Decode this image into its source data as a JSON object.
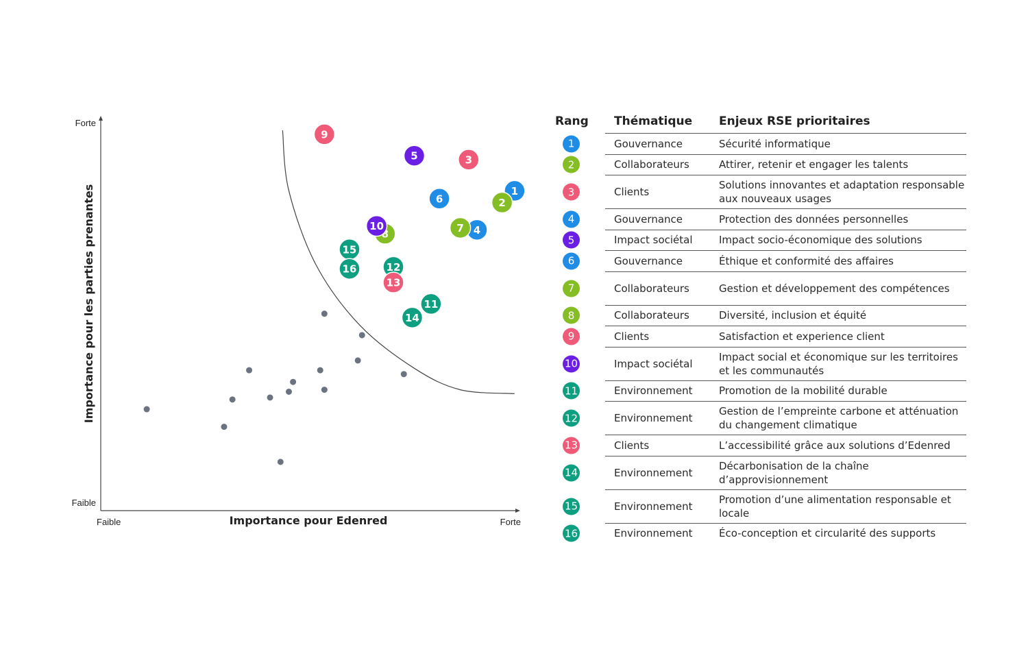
{
  "chart_data": {
    "type": "scatter",
    "xlabel": "Importance pour Edenred",
    "ylabel": "Importance pour les parties prenantes",
    "x_ticks": [
      "Faible",
      "Forte"
    ],
    "y_ticks": [
      "Faible",
      "Forte"
    ],
    "xlim": [
      0,
      100
    ],
    "ylim": [
      0,
      100
    ],
    "grid": false,
    "threshold_curve": [
      [
        43.5,
        97.5
      ],
      [
        45,
        82
      ],
      [
        51.5,
        63
      ],
      [
        62,
        47.5
      ],
      [
        75,
        36.5
      ],
      [
        86,
        31
      ],
      [
        99,
        30
      ]
    ],
    "issues": [
      {
        "rank": "1",
        "x": 99,
        "y": 82
      },
      {
        "rank": "2",
        "x": 96,
        "y": 79
      },
      {
        "rank": "3",
        "x": 88,
        "y": 90
      },
      {
        "rank": "4",
        "x": 90,
        "y": 72
      },
      {
        "rank": "5",
        "x": 75,
        "y": 91
      },
      {
        "rank": "6",
        "x": 81,
        "y": 80
      },
      {
        "rank": "7",
        "x": 86,
        "y": 72.5
      },
      {
        "rank": "8",
        "x": 68,
        "y": 71
      },
      {
        "rank": "9",
        "x": 53.5,
        "y": 96.5
      },
      {
        "rank": "10",
        "x": 66,
        "y": 73
      },
      {
        "rank": "11",
        "x": 79,
        "y": 53
      },
      {
        "rank": "12",
        "x": 70,
        "y": 62.5
      },
      {
        "rank": "13",
        "x": 70,
        "y": 58.5
      },
      {
        "rank": "14",
        "x": 74.5,
        "y": 49.5
      },
      {
        "rank": "15",
        "x": 59.5,
        "y": 67
      },
      {
        "rank": "16",
        "x": 59.5,
        "y": 62
      }
    ],
    "other_points": [
      {
        "x": 11,
        "y": 26
      },
      {
        "x": 29.5,
        "y": 21.5
      },
      {
        "x": 31.5,
        "y": 28.5
      },
      {
        "x": 35.5,
        "y": 36
      },
      {
        "x": 40.5,
        "y": 29
      },
      {
        "x": 43,
        "y": 12.5
      },
      {
        "x": 45,
        "y": 30.5
      },
      {
        "x": 46,
        "y": 33
      },
      {
        "x": 52.5,
        "y": 36
      },
      {
        "x": 53.5,
        "y": 31
      },
      {
        "x": 53.5,
        "y": 50.5
      },
      {
        "x": 61.5,
        "y": 38.5
      },
      {
        "x": 62.5,
        "y": 45
      },
      {
        "x": 72.5,
        "y": 35
      }
    ]
  },
  "colors": {
    "Gouvernance": "#1f8ce6",
    "Collaborateurs": "#84bd24",
    "Clients": "#ee5a77",
    "Impact sociétal": "#6c1fe4",
    "Environnement": "#0e9e80",
    "other_points": "#6b7280",
    "axis": "#444444"
  },
  "table": {
    "headers": {
      "rang": "Rang",
      "theme": "Thématique",
      "enjeu": "Enjeux RSE prioritaires"
    },
    "rows": [
      {
        "rank": "1",
        "theme": "Gouvernance",
        "enjeu": "Sécurité informatique"
      },
      {
        "rank": "2",
        "theme": "Collaborateurs",
        "enjeu": "Attirer, retenir et engager les talents"
      },
      {
        "rank": "3",
        "theme": "Clients",
        "enjeu": "Solutions innovantes et adaptation responsable aux nouveaux usages"
      },
      {
        "rank": "4",
        "theme": "Gouvernance",
        "enjeu": "Protection des données personnelles"
      },
      {
        "rank": "5",
        "theme": "Impact sociétal",
        "enjeu": "Impact socio-économique des solutions"
      },
      {
        "rank": "6",
        "theme": "Gouvernance",
        "enjeu": "Éthique et conformité des affaires"
      },
      {
        "rank": "7",
        "theme": "Collaborateurs",
        "enjeu": "Gestion et développement des compétences"
      },
      {
        "rank": "8",
        "theme": "Collaborateurs",
        "enjeu": "Diversité, inclusion et équité"
      },
      {
        "rank": "9",
        "theme": "Clients",
        "enjeu": "Satisfaction et experience client"
      },
      {
        "rank": "10",
        "theme": "Impact sociétal",
        "enjeu": "Impact social et économique sur les territoires et les communautés"
      },
      {
        "rank": "11",
        "theme": "Environnement",
        "enjeu": "Promotion de la mobilité durable"
      },
      {
        "rank": "12",
        "theme": "Environnement",
        "enjeu": "Gestion de l’empreinte carbone et atténuation du changement climatique"
      },
      {
        "rank": "13",
        "theme": "Clients",
        "enjeu": "L’accessibilité grâce aux solutions d’Edenred"
      },
      {
        "rank": "14",
        "theme": "Environnement",
        "enjeu": "Décarbonisation de la chaîne d’approvisionnement"
      },
      {
        "rank": "15",
        "theme": "Environnement",
        "enjeu": "Promotion d’une alimentation responsable et locale"
      },
      {
        "rank": "16",
        "theme": "Environnement",
        "enjeu": "Éco-conception et circularité des supports"
      }
    ]
  }
}
